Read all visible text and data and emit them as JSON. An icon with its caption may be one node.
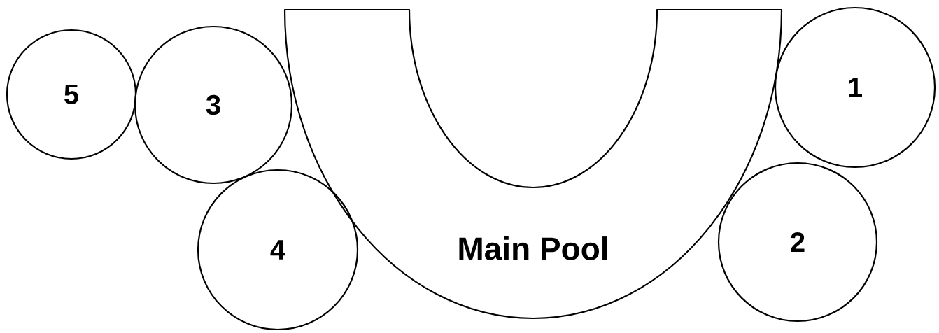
{
  "diagram": {
    "nodes": [
      {
        "text": [
          "Main Pool"
        ]
      },
      {
        "text": [
          "1"
        ]
      },
      {
        "text": [
          "2"
        ]
      },
      {
        "text": [
          "3"
        ]
      },
      {
        "text": [
          "4"
        ]
      },
      {
        "text": [
          "5"
        ]
      }
    ],
    "edges": []
  }
}
